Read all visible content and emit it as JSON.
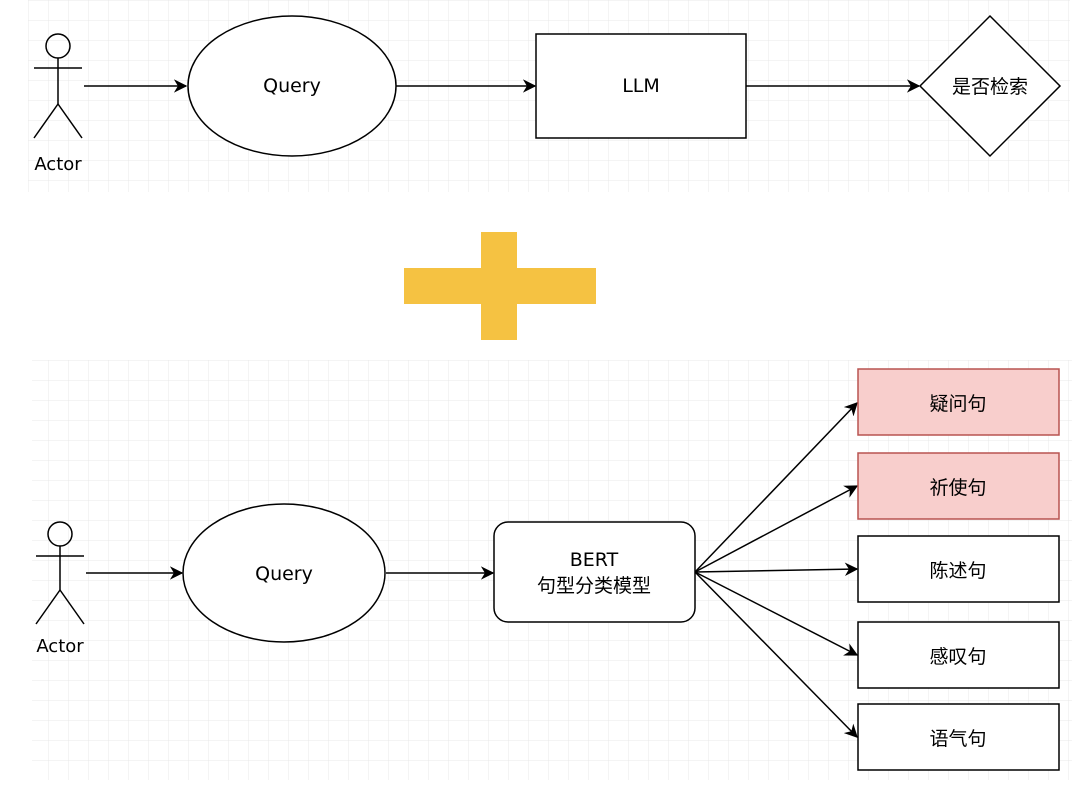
{
  "top_diagram": {
    "actor_label": "Actor",
    "query_label": "Query",
    "llm_label": "LLM",
    "decision_label": "是否检索"
  },
  "bottom_diagram": {
    "actor_label": "Actor",
    "query_label": "Query",
    "bert_line1": "BERT",
    "bert_line2": "句型分类模型",
    "outputs": [
      {
        "label": "疑问句",
        "highlighted": true
      },
      {
        "label": "祈使句",
        "highlighted": true
      },
      {
        "label": "陈述句",
        "highlighted": false
      },
      {
        "label": "感叹句",
        "highlighted": false
      },
      {
        "label": "语气句",
        "highlighted": false
      }
    ]
  },
  "colors": {
    "plus": "#f5c242",
    "highlight_fill": "#f8cecc",
    "highlight_stroke": "#b85450",
    "stroke": "#000000",
    "grid": "#e6e6e6"
  }
}
